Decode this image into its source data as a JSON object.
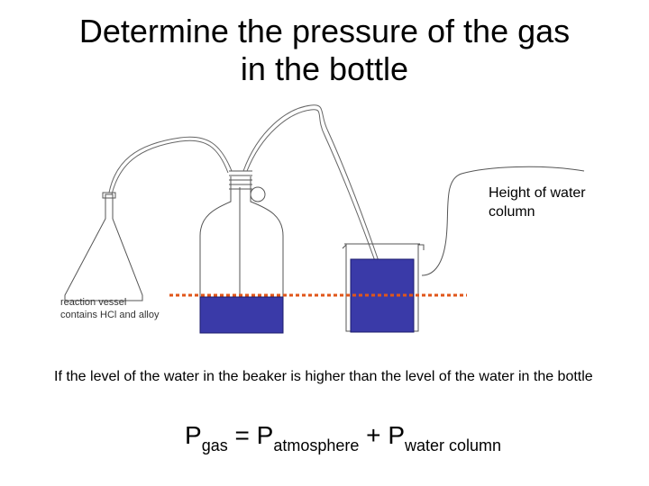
{
  "title": {
    "line1": "Determine the pressure of the gas",
    "line2": "in the bottle"
  },
  "callout": "Height of water column",
  "vessel_label": {
    "line1": "reaction vessel",
    "line2": "contains HCl and alloy"
  },
  "condition_text": "If the level of the water in the beaker is higher than the level of the water in the bottle",
  "equation": {
    "p1": "P",
    "sub1": "gas",
    "eq": "=",
    "p2": "P",
    "sub2": "atmosphere",
    "plus": "+",
    "p3": "P",
    "sub3": "water column"
  },
  "colors": {
    "water": "#3a3aa8",
    "water_border": "#1c1c6c",
    "level_line": "#e0561a",
    "apparatus": "#555555"
  }
}
